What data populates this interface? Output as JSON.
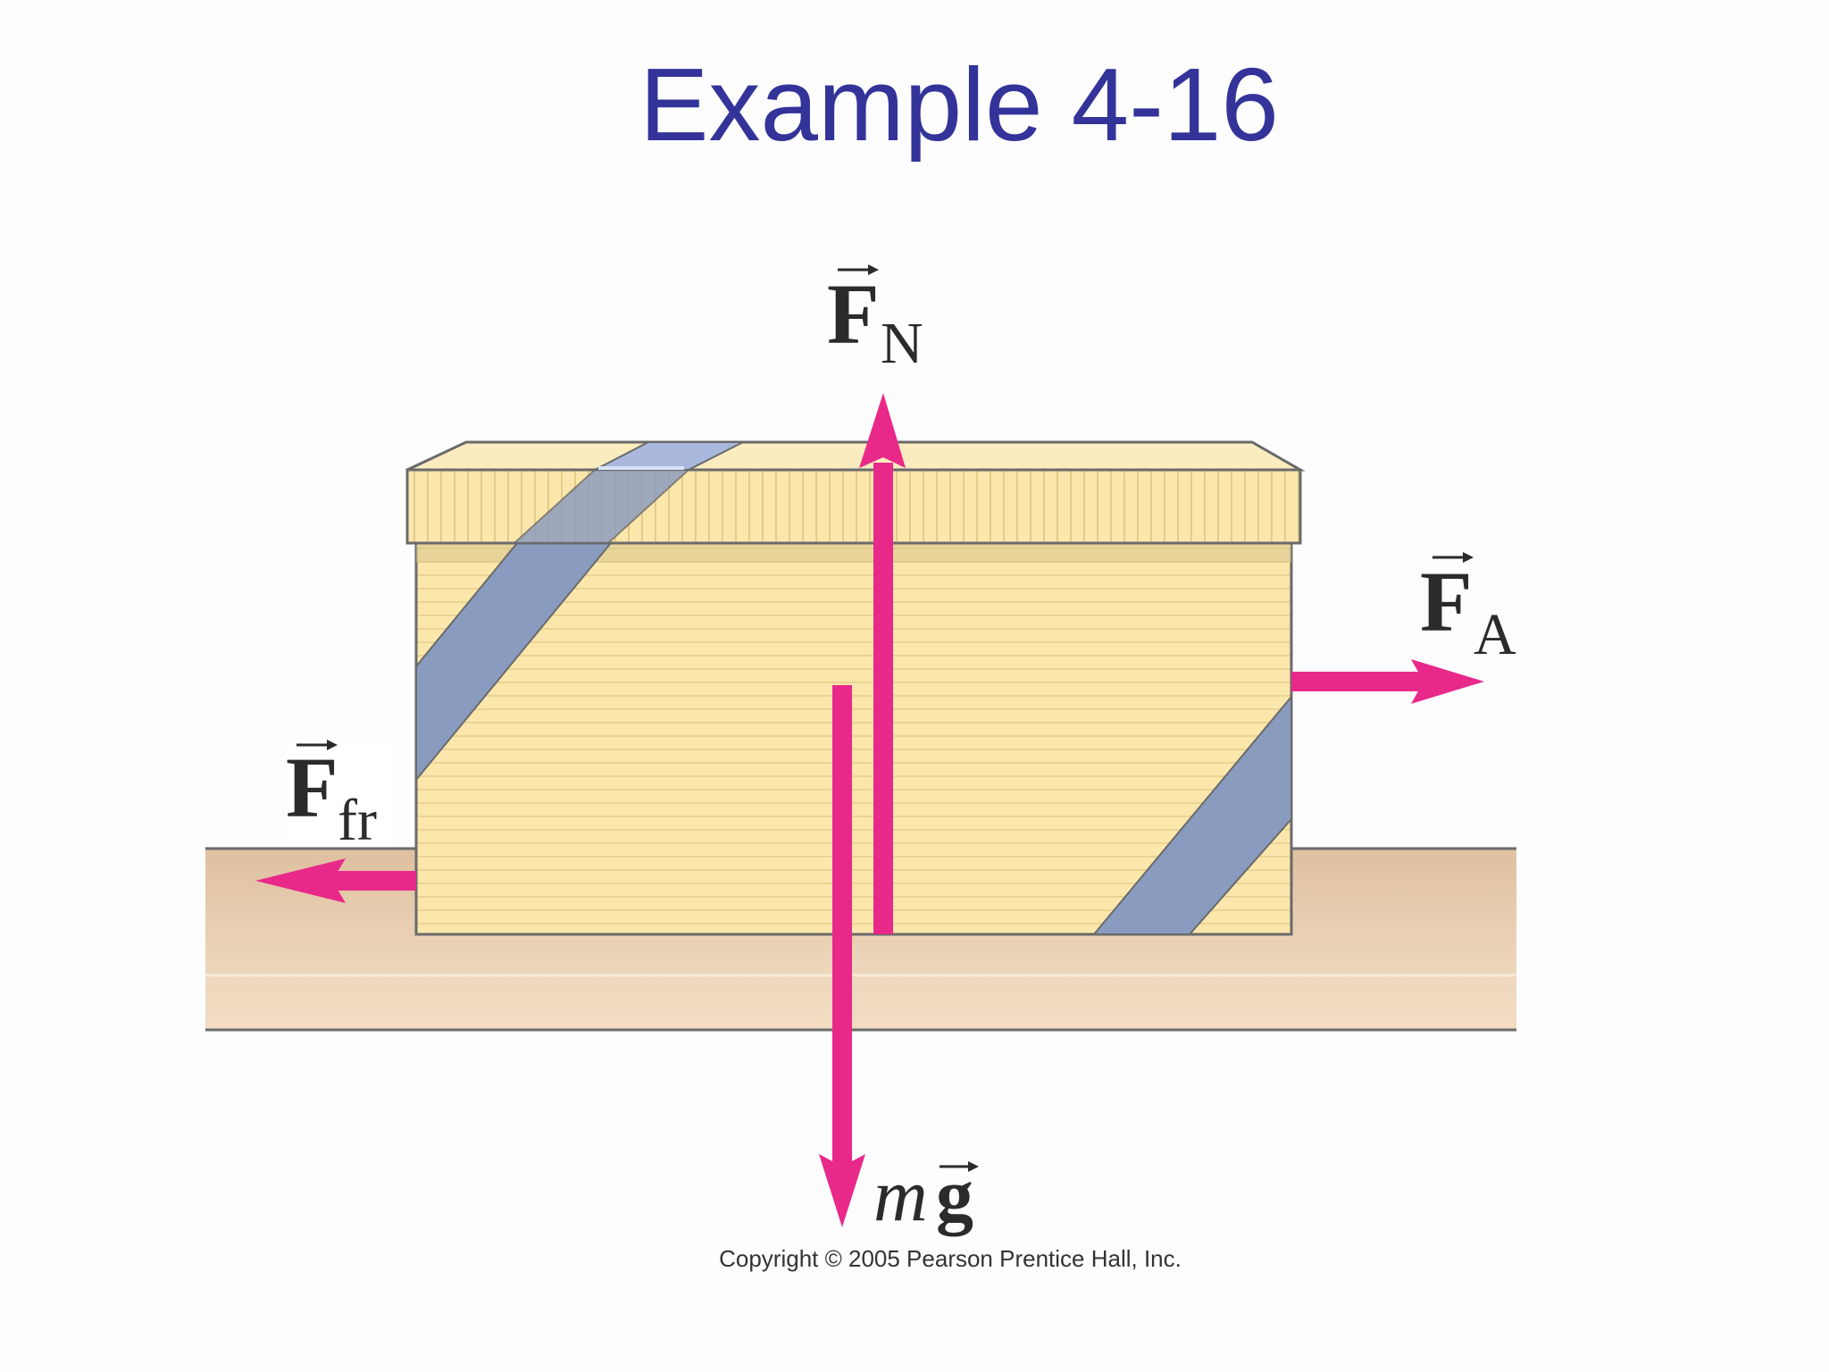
{
  "title": "Example 4-16",
  "copyright": "Copyright © 2005 Pearson Prentice Hall, Inc.",
  "forces": {
    "normal": {
      "symbol": "F",
      "subscript": "N"
    },
    "applied": {
      "symbol": "F",
      "subscript": "A"
    },
    "friction": {
      "symbol": "F",
      "subscript": "fr"
    },
    "weight": {
      "mass": "m",
      "symbol": "g"
    }
  },
  "colors": {
    "title": "#333399",
    "arrow": "#e8298a",
    "box": "#f9e6a8",
    "strap": "#8a9bc0",
    "floor": "#e4c7a6"
  }
}
